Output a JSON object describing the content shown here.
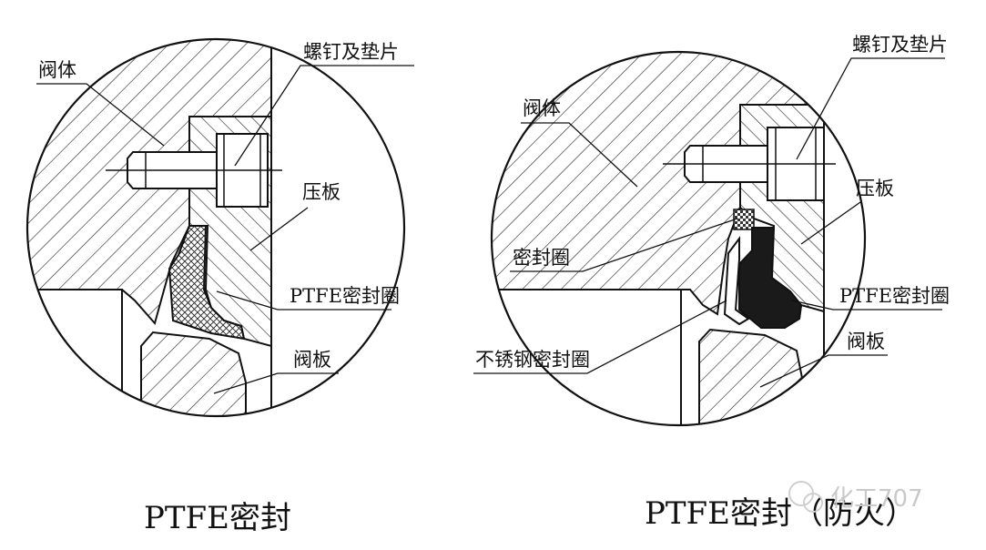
{
  "left_diagram": {
    "labels": {
      "valve_body": "阀体",
      "screw_washer": "螺钉及垫片",
      "pressure_plate": "压板",
      "ptfe_ring": "PTFE密封圈",
      "gate": "阀板"
    },
    "caption": "PTFE密封"
  },
  "right_diagram": {
    "labels": {
      "valve_body": "阀体",
      "screw_washer": "螺钉及垫片",
      "pressure_plate": "压板",
      "seal_ring": "密封圈",
      "ptfe_ring": "PTFE密封圈",
      "steel_ring": "不锈钢密封圈",
      "gate": "阀板"
    },
    "caption": "PTFE密封（防火）"
  },
  "watermark": "化工707"
}
